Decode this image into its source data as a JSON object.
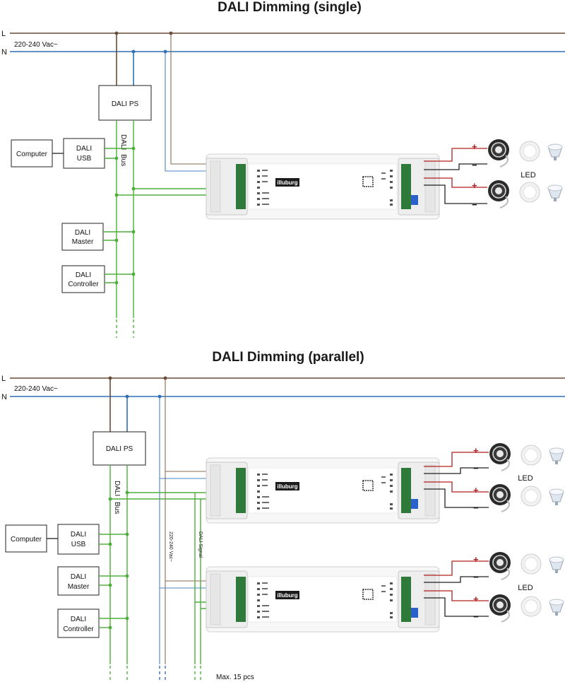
{
  "diagrams": [
    {
      "title": "DALI Dimming (single)",
      "line_label": "L",
      "neutral_label": "N",
      "voltage_label": "220-240 Vac~",
      "ps_label": "DALI PS",
      "bus_label_1": "DALI",
      "bus_label_2": "Bus",
      "computer_label": "Computer",
      "usb_label_1": "DALI",
      "usb_label_2": "USB",
      "master_label_1": "DALI",
      "master_label_2": "Master",
      "controller_label_1": "DALI",
      "controller_label_2": "Controller",
      "driver_brand": "illuburg",
      "led_label": "LED",
      "plus_sign": "+",
      "minus_sign": "−"
    },
    {
      "title": "DALI Dimming (parallel)",
      "line_label": "L",
      "neutral_label": "N",
      "voltage_label": "220-240 Vac~",
      "ps_label": "DALI PS",
      "bus_label_1": "DALI",
      "bus_label_2": "Bus",
      "computer_label": "Computer",
      "usb_label_1": "DALI",
      "usb_label_2": "USB",
      "master_label_1": "DALI",
      "master_label_2": "Master",
      "controller_label_1": "DALI",
      "controller_label_2": "Controller",
      "driver_brand": "illuburg",
      "led_label": "LED",
      "plus_sign": "+",
      "minus_sign": "−",
      "mains_drop_label": "220-240 Vac~",
      "signal_drop_label": "DALI Signal",
      "max_label": "Max. 15 pcs"
    }
  ],
  "colors": {
    "live_wire": "#6b4a36",
    "neutral_wire": "#2d6fb6",
    "dali_bus": "#4caf3a",
    "led_positive": "#b11d1d",
    "led_negative": "#222222"
  }
}
